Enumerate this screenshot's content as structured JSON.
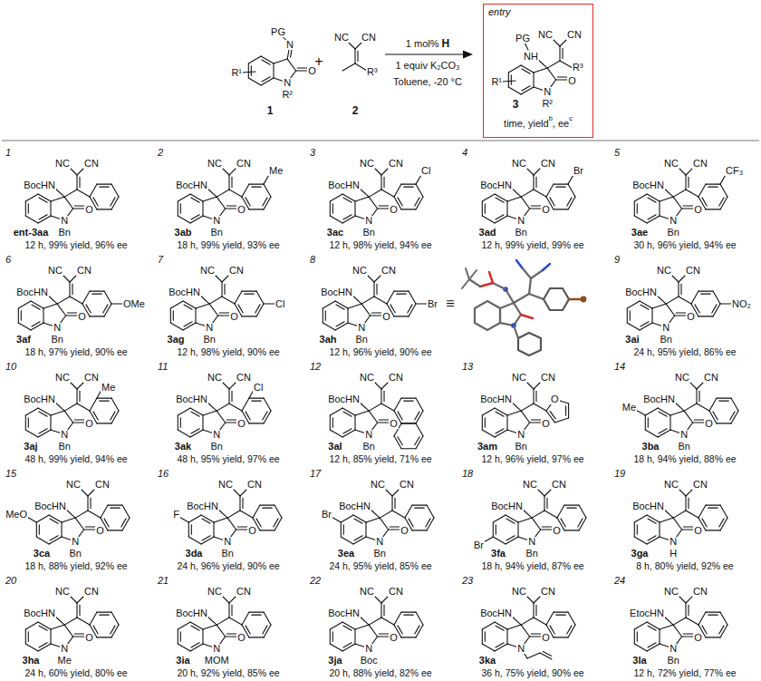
{
  "diagram": {
    "nodes": [
      {
        "text": [
          "entry",
          "PG",
          "NH",
          "NC",
          "CN",
          "R³",
          "R¹",
          "O",
          "N",
          "R²",
          "3",
          "time, yield",
          "b",
          ", ee",
          "c"
        ]
      }
    ],
    "labels": [
      "PG",
      "N",
      "R¹",
      "O",
      "N",
      "R²",
      "1",
      "+",
      "NC",
      "CN",
      "R³",
      "2",
      "1 mol%",
      "H",
      "1 equiv K₂CO₃",
      "Toluene, -20 °C",
      "1",
      "NC",
      "CN",
      "BocHN",
      "O",
      "N",
      "Bn",
      "ent-3aa",
      "12 h, 99% yield, 96% ee",
      "2",
      "NC",
      "CN",
      "BocHN",
      "Me",
      "O",
      "N",
      "Bn",
      "3ab",
      "18 h, 99% yield, 93% ee",
      "3",
      "NC",
      "CN",
      "BocHN",
      "Cl",
      "O",
      "N",
      "Bn",
      "3ac",
      "12 h, 98% yield, 94% ee",
      "4",
      "NC",
      "CN",
      "BocHN",
      "Br",
      "O",
      "N",
      "Bn",
      "3ad",
      "12 h, 99% yield, 99% ee",
      "5",
      "NC",
      "CN",
      "BocHN",
      "CF₃",
      "O",
      "N",
      "Bn",
      "3ae",
      "30 h, 96% yield, 94% ee",
      "6",
      "NC",
      "CN",
      "BocHN",
      "OMe",
      "O",
      "N",
      "Bn",
      "3af",
      "18 h, 97% yield, 90% ee",
      "7",
      "NC",
      "CN",
      "BocHN",
      "Cl",
      "O",
      "N",
      "Bn",
      "3ag",
      "12 h, 98% yield, 90% ee",
      "8",
      "NC",
      "CN",
      "BocHN",
      "Br",
      "O",
      "N",
      "Bn",
      "3ah",
      "12 h, 96% yield, 90% ee",
      "≡",
      "9",
      "NC",
      "CN",
      "BocHN",
      "NO₂",
      "O",
      "N",
      "Bn",
      "3ai",
      "24 h, 95% yield, 86% ee",
      "10",
      "NC",
      "CN",
      "BocHN",
      "Me",
      "O",
      "N",
      "Bn",
      "3aj",
      "48 h, 99% yield, 94% ee",
      "11",
      "NC",
      "CN",
      "BocHN",
      "Cl",
      "O",
      "N",
      "Bn",
      "3ak",
      "48 h, 95% yield, 97% ee",
      "12",
      "NC",
      "CN",
      "BocHN",
      "O",
      "N",
      "Bn",
      "3al",
      "12 h, 85% yield, 71% ee",
      "13",
      "NC",
      "CN",
      "BocHN",
      "O",
      "O",
      "N",
      "Bn",
      "3am",
      "12 h, 96% yield, 97% ee",
      "14",
      "NC",
      "CN",
      "BocHN",
      "Me",
      "O",
      "N",
      "Bn",
      "3ba",
      "18 h, 94% yield, 88% ee",
      "15",
      "NC",
      "CN",
      "BocHN",
      "MeO",
      "O",
      "N",
      "Bn",
      "3ca",
      "18 h, 88% yield, 92% ee",
      "16",
      "NC",
      "CN",
      "BocHN",
      "F",
      "O",
      "N",
      "Bn",
      "3da",
      "24 h, 96% yield, 90% ee",
      "17",
      "NC",
      "CN",
      "BocHN",
      "Br",
      "O",
      "N",
      "Bn",
      "3ea",
      "24 h, 95% yield, 85% ee",
      "18",
      "NC",
      "CN",
      "BocHN",
      "Br",
      "O",
      "N",
      "Bn",
      "3fa",
      "18 h, 94% yield, 87% ee",
      "19",
      "NC",
      "CN",
      "BocHN",
      "O",
      "N",
      "H",
      "3ga",
      "8 h, 80% yield, 92% ee",
      "20",
      "NC",
      "CN",
      "BocHN",
      "O",
      "N",
      "Me",
      "3ha",
      "24 h, 60% yield, 80% ee",
      "21",
      "NC",
      "CN",
      "BocHN",
      "O",
      "N",
      "MOM",
      "3ia",
      "20 h, 92% yield, 85% ee",
      "22",
      "NC",
      "CN",
      "BocHN",
      "O",
      "N",
      "Boc",
      "3ja",
      "20 h, 88% yield, 82% ee",
      "23",
      "NC",
      "CN",
      "BocHN",
      "O",
      "N",
      "3ka",
      "36 h, 75% yield, 90% ee",
      "24",
      "NC",
      "CN",
      "EtocHN",
      "O",
      "N",
      "Bn",
      "3la",
      "12 h, 72% yield, 77% ee"
    ]
  }
}
